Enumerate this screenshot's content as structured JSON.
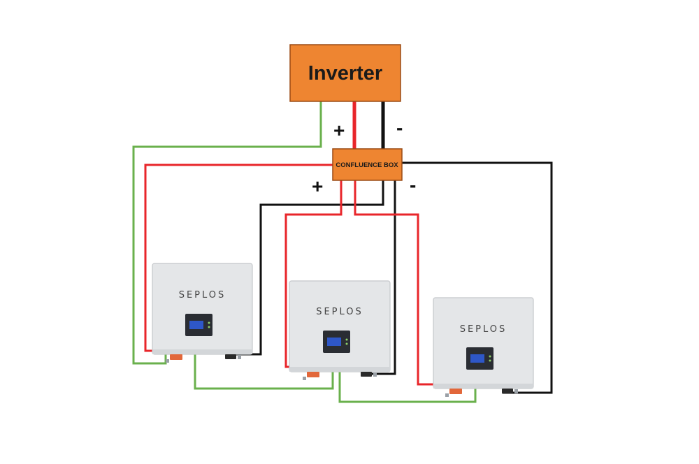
{
  "inverter": {
    "label": "Inverter"
  },
  "confluence_box": {
    "label": "CONFLUENCE BOX"
  },
  "signs": {
    "inverter_positive": "+",
    "inverter_negative": "-",
    "box_positive": "+",
    "box_negative": "-"
  },
  "batteries": [
    {
      "brand": "SEPLOS"
    },
    {
      "brand": "SEPLOS"
    },
    {
      "brand": "SEPLOS"
    }
  ],
  "colors": {
    "box_orange": "#ee8531",
    "positive_wire": "#e8252a",
    "negative_wire": "#111111",
    "communication_wire": "#6ab04c",
    "display_blue": "#2e57c8"
  }
}
